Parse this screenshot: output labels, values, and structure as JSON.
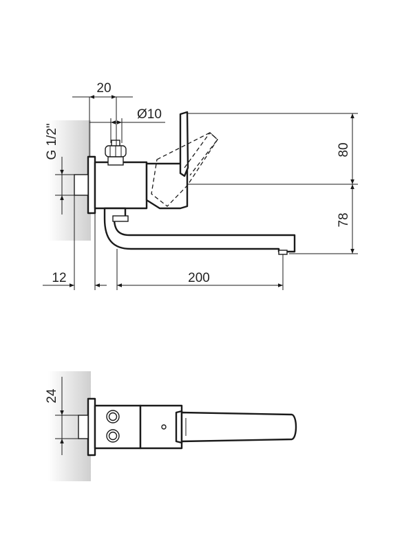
{
  "dimensions": {
    "width_20": "20",
    "diameter_10": "Ø10",
    "thread": "G 1/2\"",
    "height_80": "80",
    "height_78": "78",
    "offset_12": "12",
    "length_200": "200",
    "spacing_24": "24"
  }
}
